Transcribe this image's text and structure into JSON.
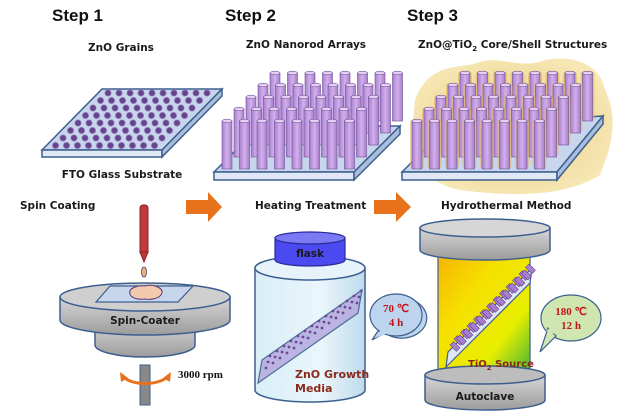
{
  "steps": [
    {
      "title": "Step 1",
      "product": "ZnO Grains",
      "substrate": "FTO Glass Substrate",
      "method": "Spin Coating"
    },
    {
      "title": "Step 2",
      "product": "ZnO Nanorod Arrays",
      "method": "Heating Treatment"
    },
    {
      "title": "Step 3",
      "product_main": "ZnO@TiO",
      "product_sub": "2",
      "product_rest": " Core/Shell Structures",
      "method": "Hydrothermal Method"
    }
  ],
  "spin_coater": {
    "label": "Spin-Coater",
    "speed": "3000 rpm"
  },
  "flask": {
    "label": "flask",
    "media_line1": "ZnO Growth",
    "media_line2": "Media"
  },
  "bubble1": {
    "temp": "70 ℃",
    "time": "4 h"
  },
  "bubble2": {
    "temp": "180 ℃",
    "time": "12 h"
  },
  "autoclave": {
    "label": "Autoclave",
    "source_main": "TiO",
    "source_sub": "2",
    "source_rest": " Source"
  },
  "colors": {
    "arrow": "#e8711c",
    "rod": "#c49ae0",
    "grain": "#6a4a92",
    "glass": "#c7d6ec",
    "glass_edge": "#3d5f8f",
    "shell": "#f0d688",
    "flask_cap": "#4a4af0",
    "bubble1": "#bcd4ee",
    "bubble2": "#cfe6b0",
    "temp_text": "#c0161a",
    "media_text": "#8a2a1a"
  }
}
